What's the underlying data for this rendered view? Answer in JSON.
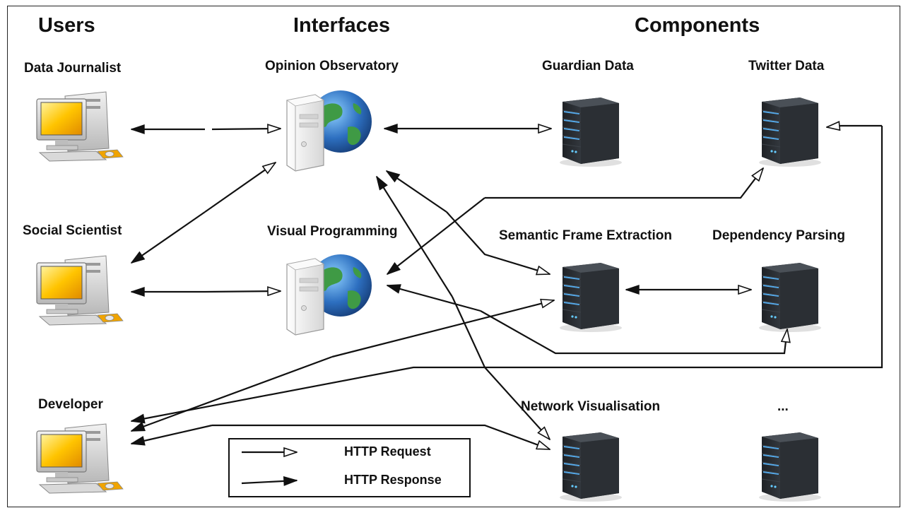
{
  "headers": {
    "users": "Users",
    "interfaces": "Interfaces",
    "components": "Components"
  },
  "users": [
    {
      "label": "Data Journalist",
      "icon": "desktop-computer-icon"
    },
    {
      "label": "Social Scientist",
      "icon": "desktop-computer-icon"
    },
    {
      "label": "Developer",
      "icon": "desktop-computer-icon"
    }
  ],
  "interfaces": [
    {
      "label": "Opinion Observatory",
      "icon": "web-server-globe-icon"
    },
    {
      "label": "Visual Programming",
      "icon": "web-server-globe-icon"
    }
  ],
  "components": [
    {
      "label": "Guardian Data",
      "icon": "server-rack-icon"
    },
    {
      "label": "Twitter Data",
      "icon": "server-rack-icon"
    },
    {
      "label": "Semantic Frame Extraction",
      "icon": "server-rack-icon"
    },
    {
      "label": "Dependency Parsing",
      "icon": "server-rack-icon"
    },
    {
      "label": "Network Visualisation",
      "icon": "server-rack-icon"
    },
    {
      "label": "...",
      "icon": "server-rack-icon"
    }
  ],
  "legend": {
    "request": "HTTP Request",
    "response": "HTTP Response"
  },
  "colors": {
    "arrow": "#111111",
    "screen": "#f6b400",
    "globe_ocean": "#2d6fc0",
    "globe_land": "#3f9a45",
    "server_dark": "#2a2e33",
    "server_light": "#5ab8ff"
  }
}
